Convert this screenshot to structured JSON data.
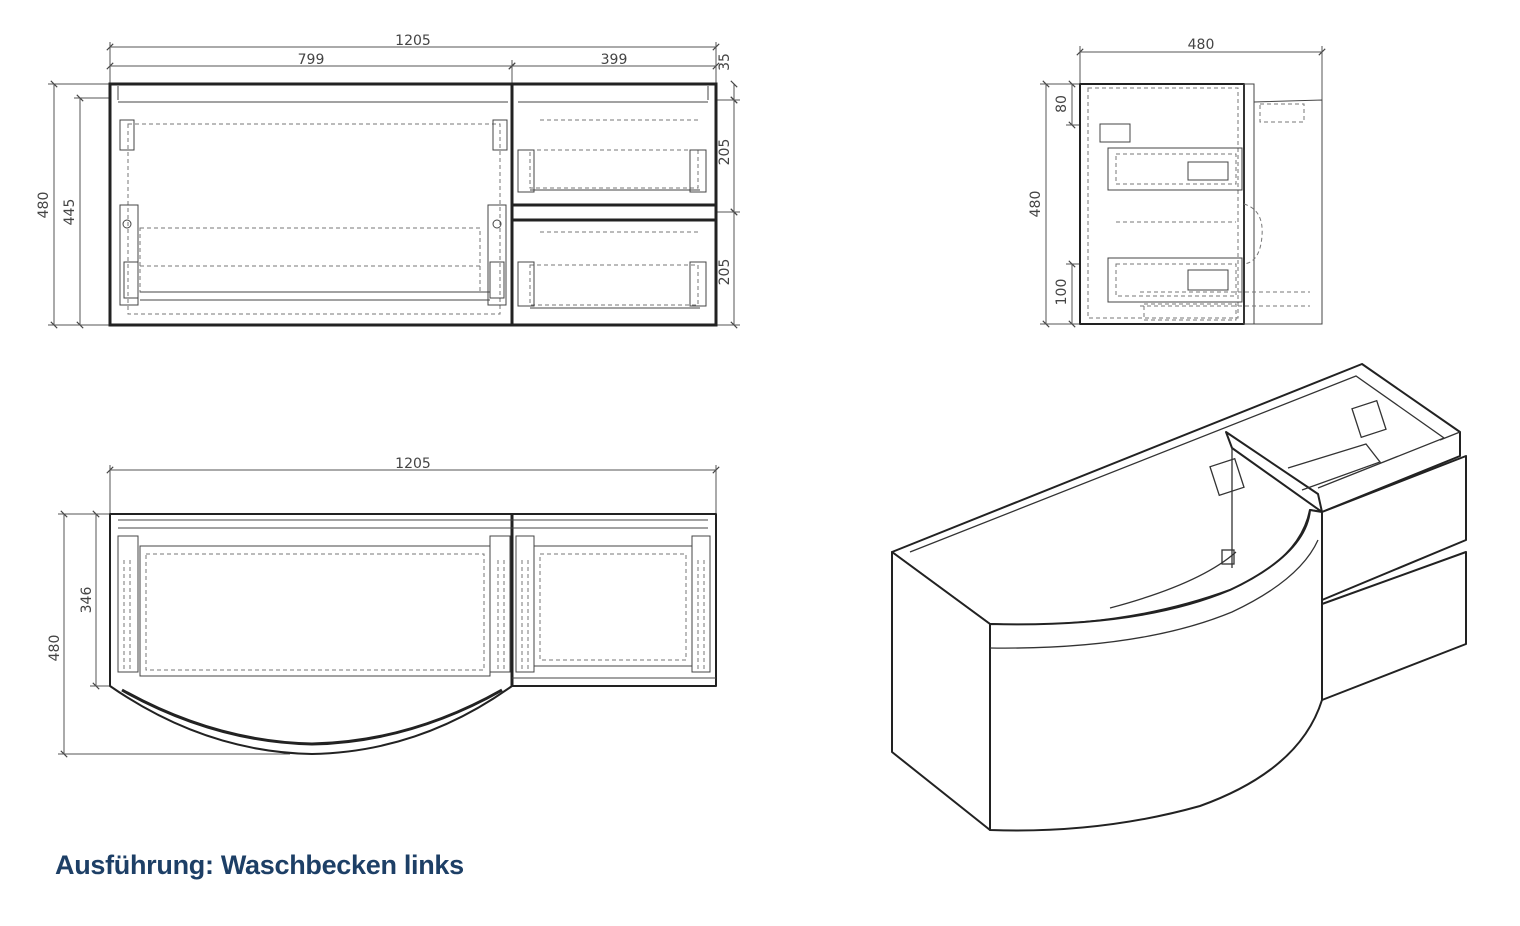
{
  "caption": "Ausführung: Waschbecken links",
  "front_view": {
    "dims": {
      "total_width": "1205",
      "left_width": "799",
      "right_width": "399",
      "top_panel": "35",
      "height_total": "480",
      "height_inner": "445",
      "drawer_upper": "205",
      "drawer_lower": "205"
    }
  },
  "side_view": {
    "dims": {
      "depth": "480",
      "top": "80",
      "height": "480",
      "bottom": "100"
    }
  },
  "top_view": {
    "dims": {
      "total_width": "1205",
      "depth_straight": "346",
      "depth_total": "480"
    }
  }
}
